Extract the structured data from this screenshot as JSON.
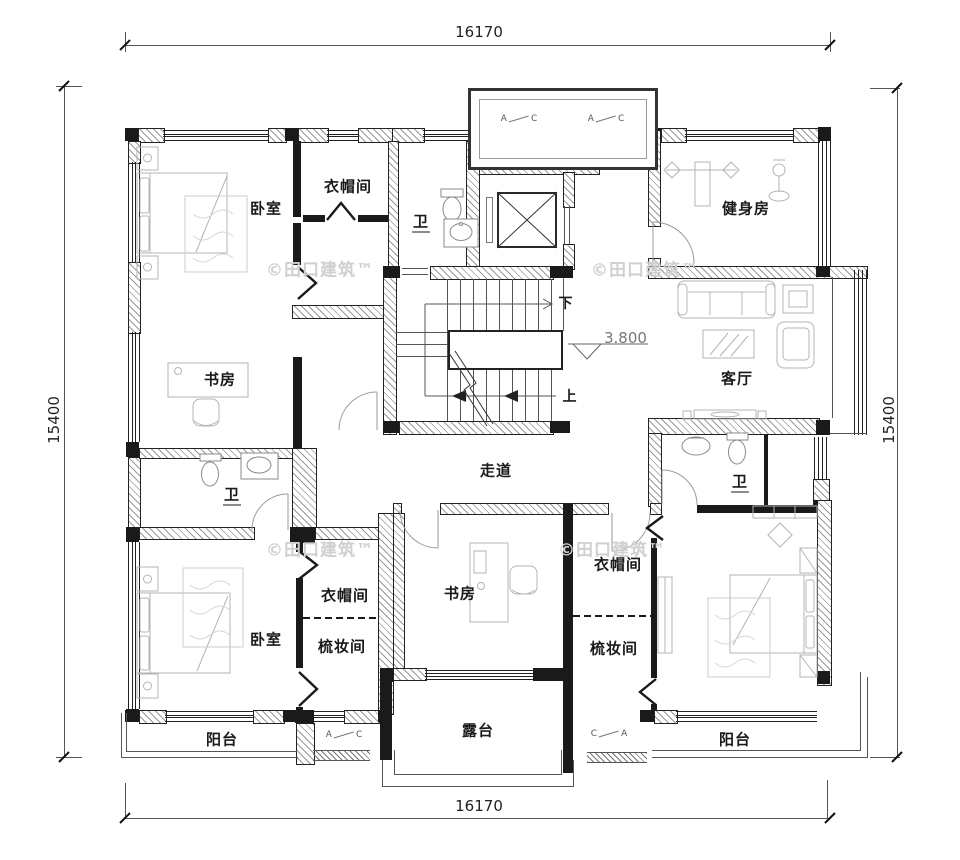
{
  "rooms": {
    "bedroom_top_left": "卧室",
    "cloakroom_top_left": "衣帽间",
    "bath_top": "卫",
    "gym": "健身房",
    "study_left": "书房",
    "living_room": "客厅",
    "corridor": "走道",
    "bath_left": "卫",
    "bath_right": "卫",
    "bedroom_bottom_left": "卧室",
    "cloakroom_bottom_left": "衣帽间",
    "dressing_bottom_left": "梳妆间",
    "study_bottom": "书房",
    "cloakroom_bottom_right": "衣帽间",
    "dressing_bottom_right": "梳妆间",
    "balcony_left": "阳台",
    "terrace": "露台",
    "balcony_right": "阳台"
  },
  "stairs": {
    "down_label": "下",
    "up_label": "上"
  },
  "level_mark": "3.800",
  "dimensions": {
    "width_top": "16170",
    "width_bottom": "16170",
    "height_left": "15400",
    "height_right": "15400"
  },
  "watermark": "©田口建筑™",
  "section_marks": {
    "first": "A",
    "second": "C"
  },
  "colors": {
    "wall": "#1a1a1a",
    "furniture": "#b4b4b4",
    "watermark": "#d0d0d0"
  }
}
